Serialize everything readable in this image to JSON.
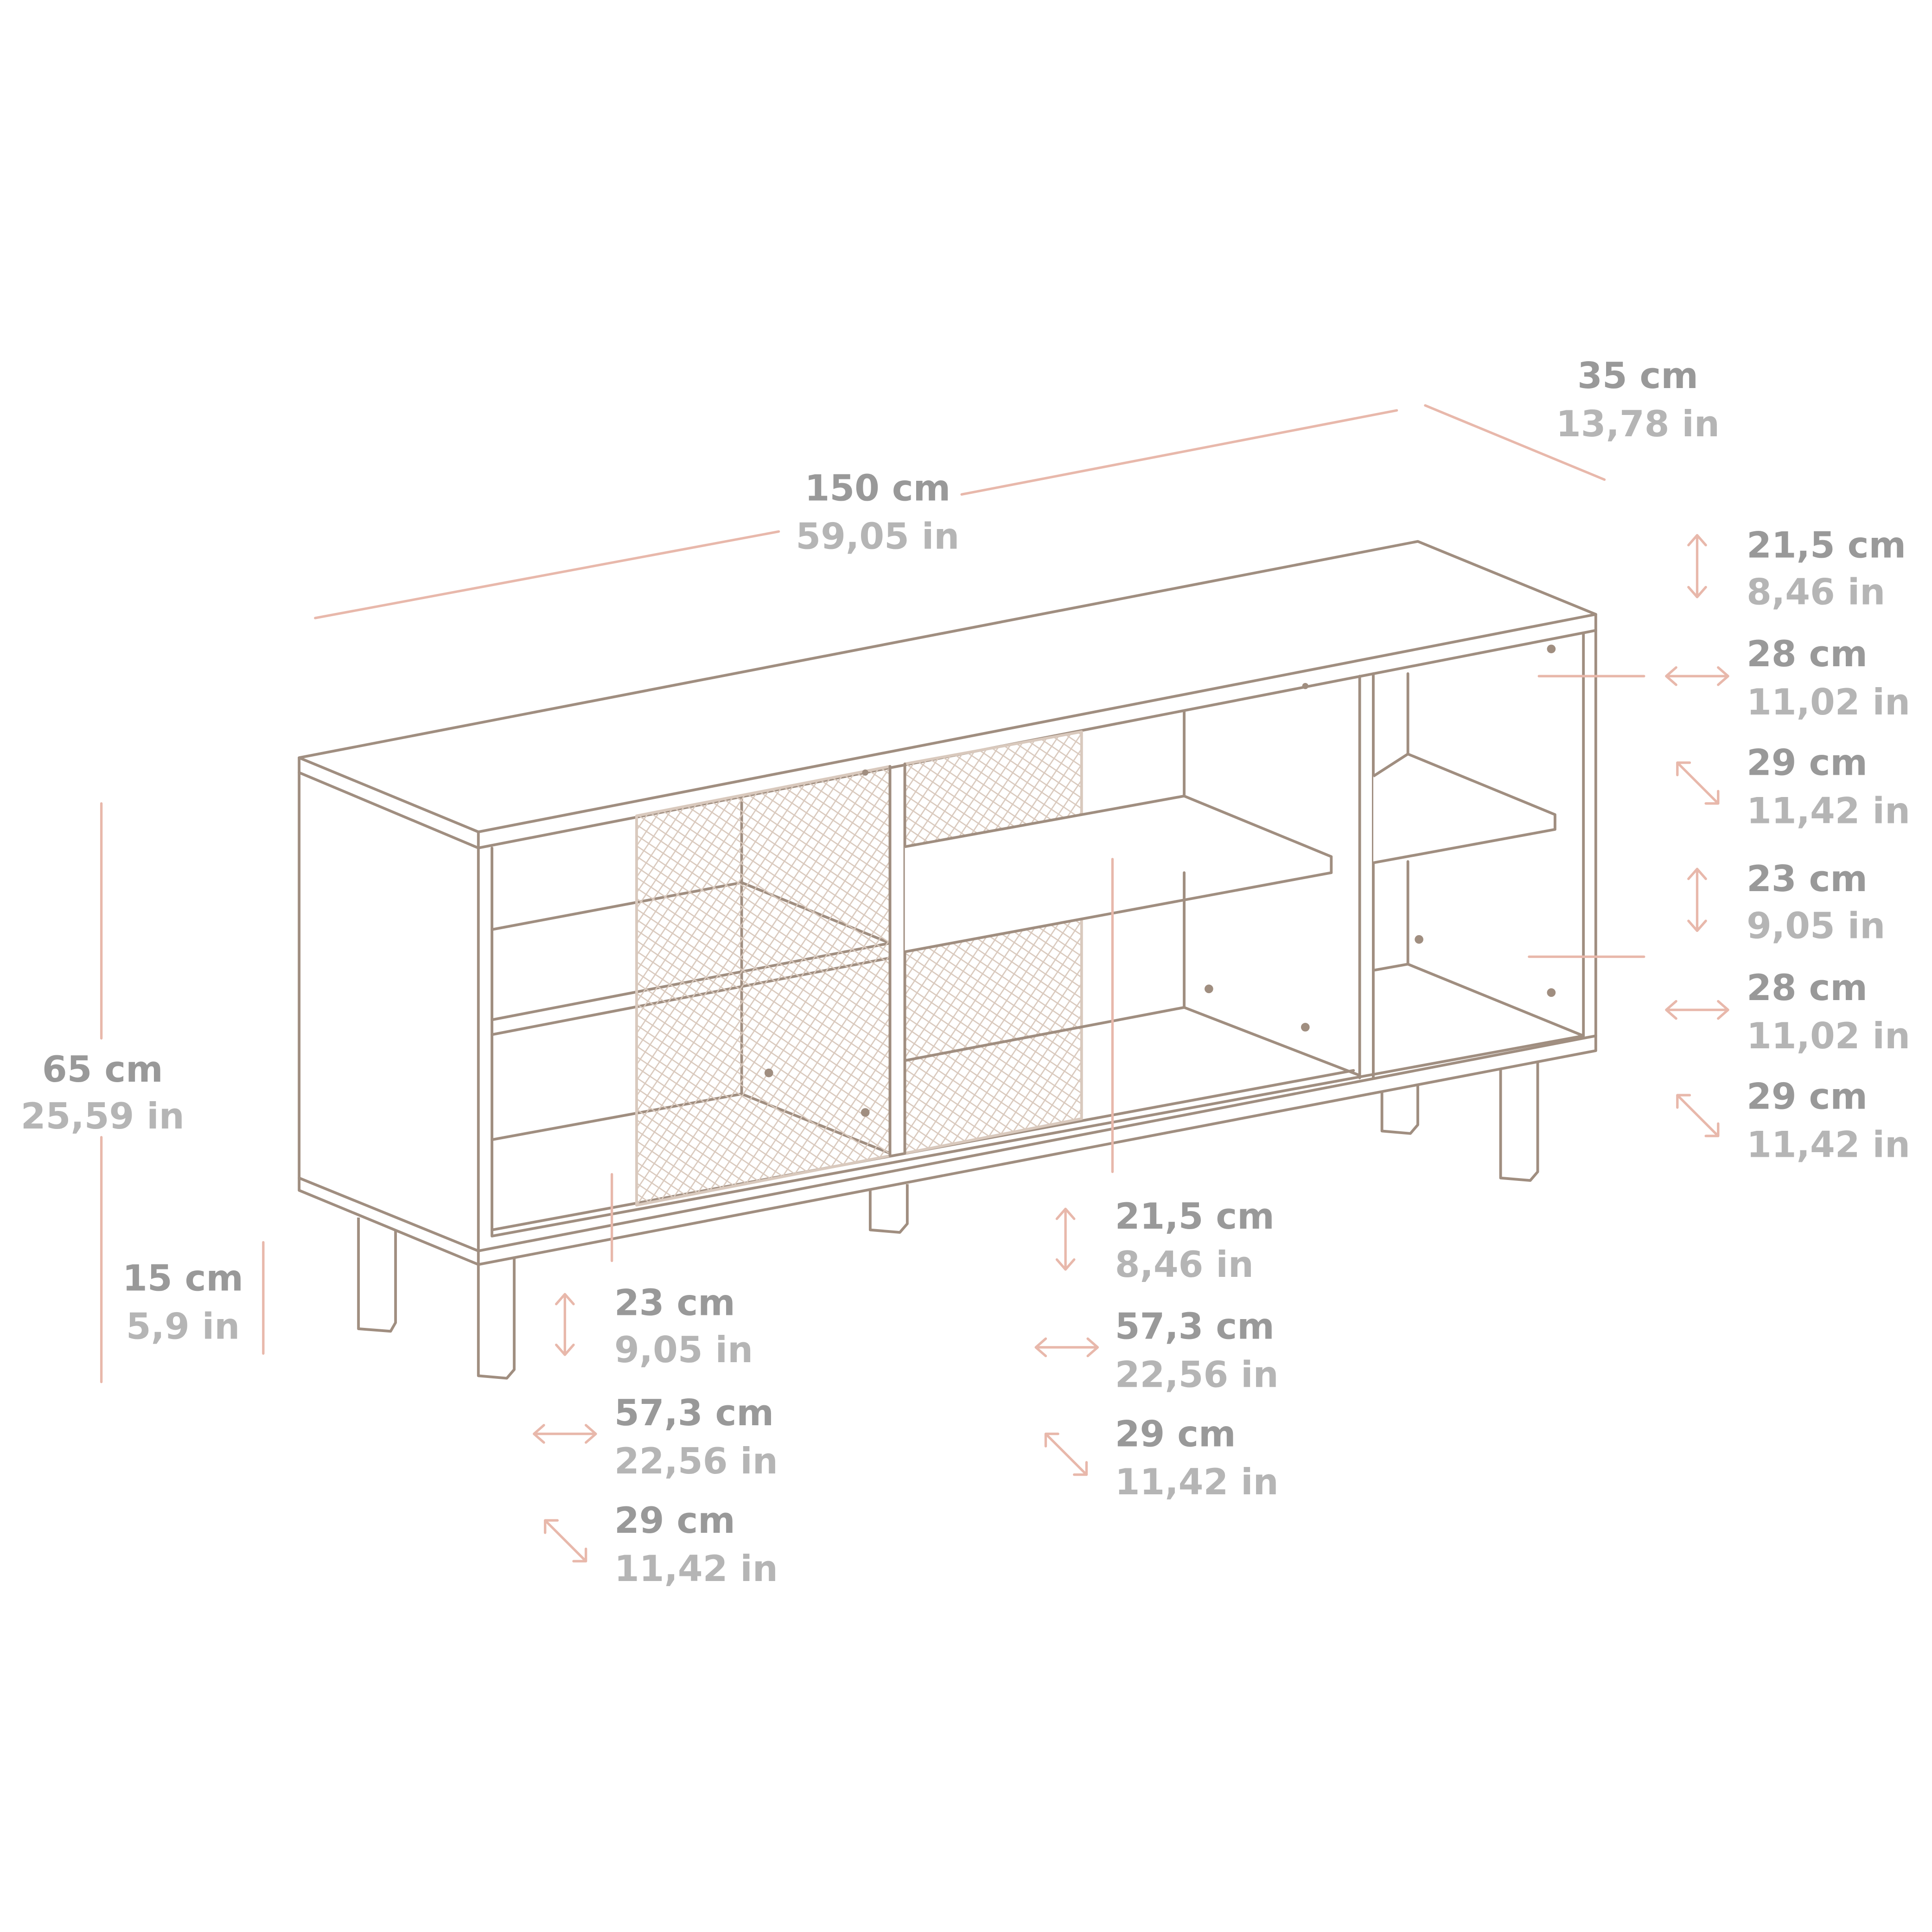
{
  "dimensions": {
    "width": {
      "cm": "150 cm",
      "in": "59,05 in"
    },
    "depth": {
      "cm": "35 cm",
      "in": "13,78 in"
    },
    "height": {
      "cm": "65 cm",
      "in": "25,59 in"
    },
    "leg_height": {
      "cm": "15 cm",
      "in": "5,9 in"
    },
    "right_compartment": [
      {
        "cm": "21,5 cm",
        "in": "8,46 in"
      },
      {
        "cm": "28 cm",
        "in": "11,02 in"
      },
      {
        "cm": "29 cm",
        "in": "11,42 in"
      },
      {
        "cm": "23 cm",
        "in": "9,05 in"
      },
      {
        "cm": "28 cm",
        "in": "11,02 in"
      },
      {
        "cm": "29 cm",
        "in": "11,42 in"
      }
    ],
    "middle_compartment": [
      {
        "cm": "21,5 cm",
        "in": "8,46 in"
      },
      {
        "cm": "57,3 cm",
        "in": "22,56 in"
      },
      {
        "cm": "29 cm",
        "in": "11,42 in"
      }
    ],
    "left_compartment": [
      {
        "cm": "23 cm",
        "in": "9,05 in"
      },
      {
        "cm": "57,3 cm",
        "in": "22,56 in"
      },
      {
        "cm": "29 cm",
        "in": "11,42 in"
      }
    ]
  },
  "colors": {
    "line": "#a08e80",
    "dimension": "#e8b8ab",
    "cm_text": "#999999",
    "in_text": "#b5b5b5"
  }
}
